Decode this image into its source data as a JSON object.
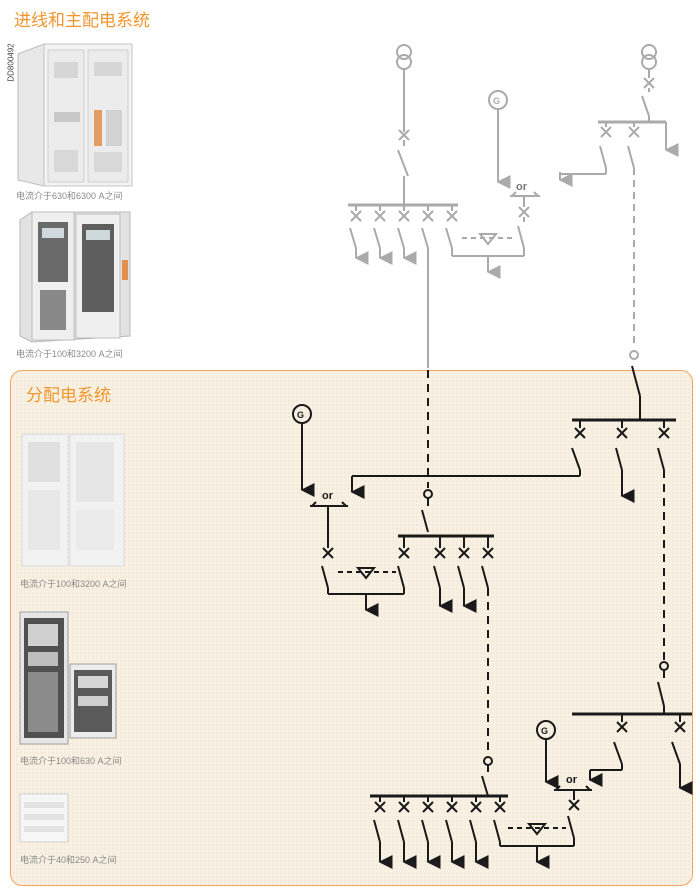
{
  "sections": {
    "top_title": "进线和主配电系统",
    "dist_title": "分配电系统"
  },
  "doc_id": "DD800492",
  "captions": {
    "panel1": "电流介于630和6300 A之间",
    "panel2": "电流介于100和3200 A之间",
    "panel3": "电流介于100和3200 A之间",
    "panel4": "电流介于100和630 A之间",
    "panel5": "电流介于40和250 A之间"
  },
  "symbols": {
    "generator": "G",
    "or": "or"
  },
  "colors": {
    "title": "#f0962d",
    "panel_border": "#f2a35a",
    "panel_bg": "#f8f1e3",
    "line_grey": "#aaaaaa",
    "line_dark": "#1a1a1a"
  }
}
